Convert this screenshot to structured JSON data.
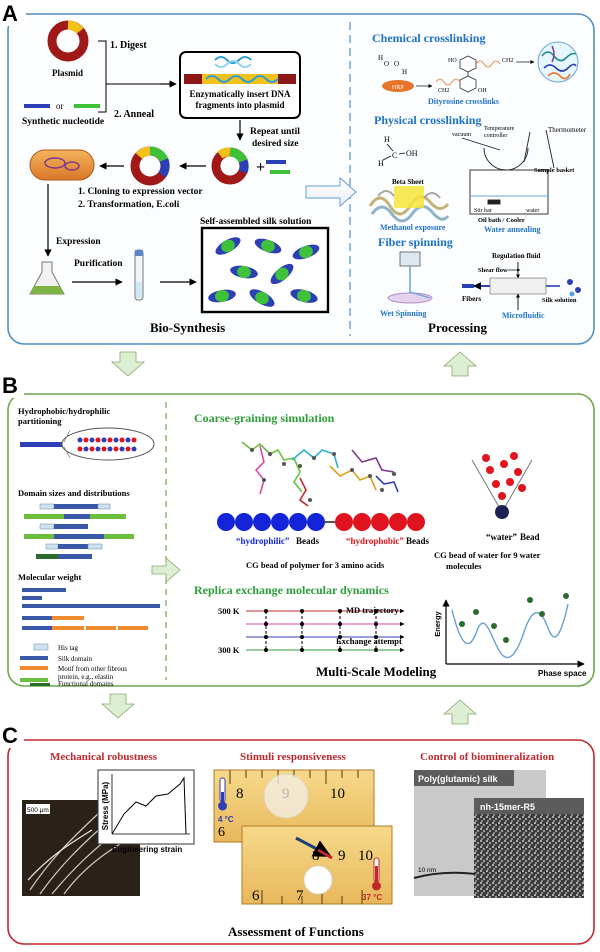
{
  "panels": {
    "a": {
      "letter": "A",
      "biosynthesis": {
        "digest": "1. Digest",
        "anneal": "2. Anneal",
        "plasmid": "Plasmid",
        "or": "or",
        "synthetic_nucleotide": "Synthetic nucleotide",
        "insert_line1": "Enzymatically insert DNA",
        "insert_line2": "fragments into plasmid",
        "repeat_line1": "Repeat until",
        "repeat_line2": "desired size",
        "plus": "+",
        "cloning": "1.  Cloning to expression vector",
        "transformation": "2.  Transformation, E.coli",
        "expression": "Expression",
        "purification": "Purification",
        "silk_solution": "Self-assembled silk solution",
        "section_title": "Bio-Synthesis"
      },
      "processing": {
        "chemical_title": "Chemical crosslinking",
        "hrp": "HRP",
        "dityrosine": "Dityrosine crosslinks",
        "ho": "HO",
        "ch2": "CH2",
        "oh": "OH",
        "physical_title": "Physical crosslinking",
        "vacuum": "vacuum",
        "temp_controller_1": "Temperature",
        "temp_controller_2": "controller",
        "thermometer": "Thermometer",
        "sample_basket": "Sample  basket",
        "beta_sheet": "Beta Sheet",
        "stir_bar": "Stir bar",
        "water": "water",
        "oil_bath": "Oil bath / Cooler",
        "methanol_exposure": "Methanol exposure",
        "water_annealing": "Water annealing",
        "methanol_h": "H",
        "methanol_c": "C",
        "methanol_oh": "OH",
        "fiber_title": "Fiber spinning",
        "regulation_fluid": "Regulation fluid",
        "shear_flow": "Shear flow",
        "fibers": "Fibers",
        "silk_solution": "Silk solution",
        "wet_spinning": "Wet Spinning",
        "microfluidic": "Microfluidic",
        "section_title": "Processing"
      }
    },
    "b": {
      "letter": "B",
      "left": {
        "partition_line1": "Hydrophobic/hydrophilic",
        "partition_line2": "partitioning",
        "domain_sizes": "Domain sizes and distributions",
        "molecular_weight": "Molecular weight",
        "legend": [
          {
            "label": "His tag",
            "color": "#cfe2ef"
          },
          {
            "label": "Silk domain",
            "color": "#3a58a8"
          },
          {
            "label": "Motif from other fibrous",
            "label2": "protein, e.g., elastin",
            "color": "#ef8a2e"
          },
          {
            "label": "Functional  domains",
            "color": "#6bbf3c"
          }
        ]
      },
      "cg": {
        "title": "Coarse-graining simulation",
        "hydrophilic_q": "“hydrophilic”",
        "hydrophobic_q": "“hydrophobic”",
        "beads": "Beads",
        "cg_polymer": "CG bead of polymer for 3 amino acids",
        "water_q": "“water”",
        "water_bead": "Bead",
        "cg_water_1": "CG bead of water for 9 water",
        "cg_water_2": "molecules"
      },
      "remd": {
        "title": "Replica exchange molecular dynamics",
        "t_high": "500 K",
        "t_low": "300 K",
        "md_trajectory": "MD trajectory",
        "exchange_attempt": "Exchange attempt",
        "energy": "Energy",
        "phase_space": "Phase space"
      },
      "section_title": "Multi-Scale Modeling"
    },
    "c": {
      "letter": "C",
      "mechanical_title": "Mechanical robustness",
      "scale_bar": "500 μm",
      "stress": "Stress (MPa)",
      "strain": "Engineering strain",
      "stimuli_title": "Stimuli responsiveness",
      "cold": "4 °C",
      "hot": "37 °C",
      "ruler_top": [
        "8",
        "9",
        "10"
      ],
      "ruler_bottom": [
        "6",
        "7",
        "8",
        "9",
        "10"
      ],
      "ruler_mid": "6",
      "biomin_title": "Control of biomineralization",
      "poly_glutamic": "Poly(glutamic) silk",
      "nh_15mer": "nh-15mer-R5",
      "scale_10nm": "10 nm",
      "section_title": "Assessment of Functions"
    }
  },
  "colors": {
    "panel_a_border": "#4f8fc4",
    "panel_b_border": "#6aa84f",
    "panel_c_border": "#c0282d",
    "heading_blue": "#1f72c6",
    "heading_green": "#2e9e3a",
    "heading_red": "#c0282d",
    "silk_blue": "#2d3fb5",
    "bead_blue": "#1424d8",
    "bead_red": "#e0141e",
    "arrow_green": "#dcefd2"
  }
}
